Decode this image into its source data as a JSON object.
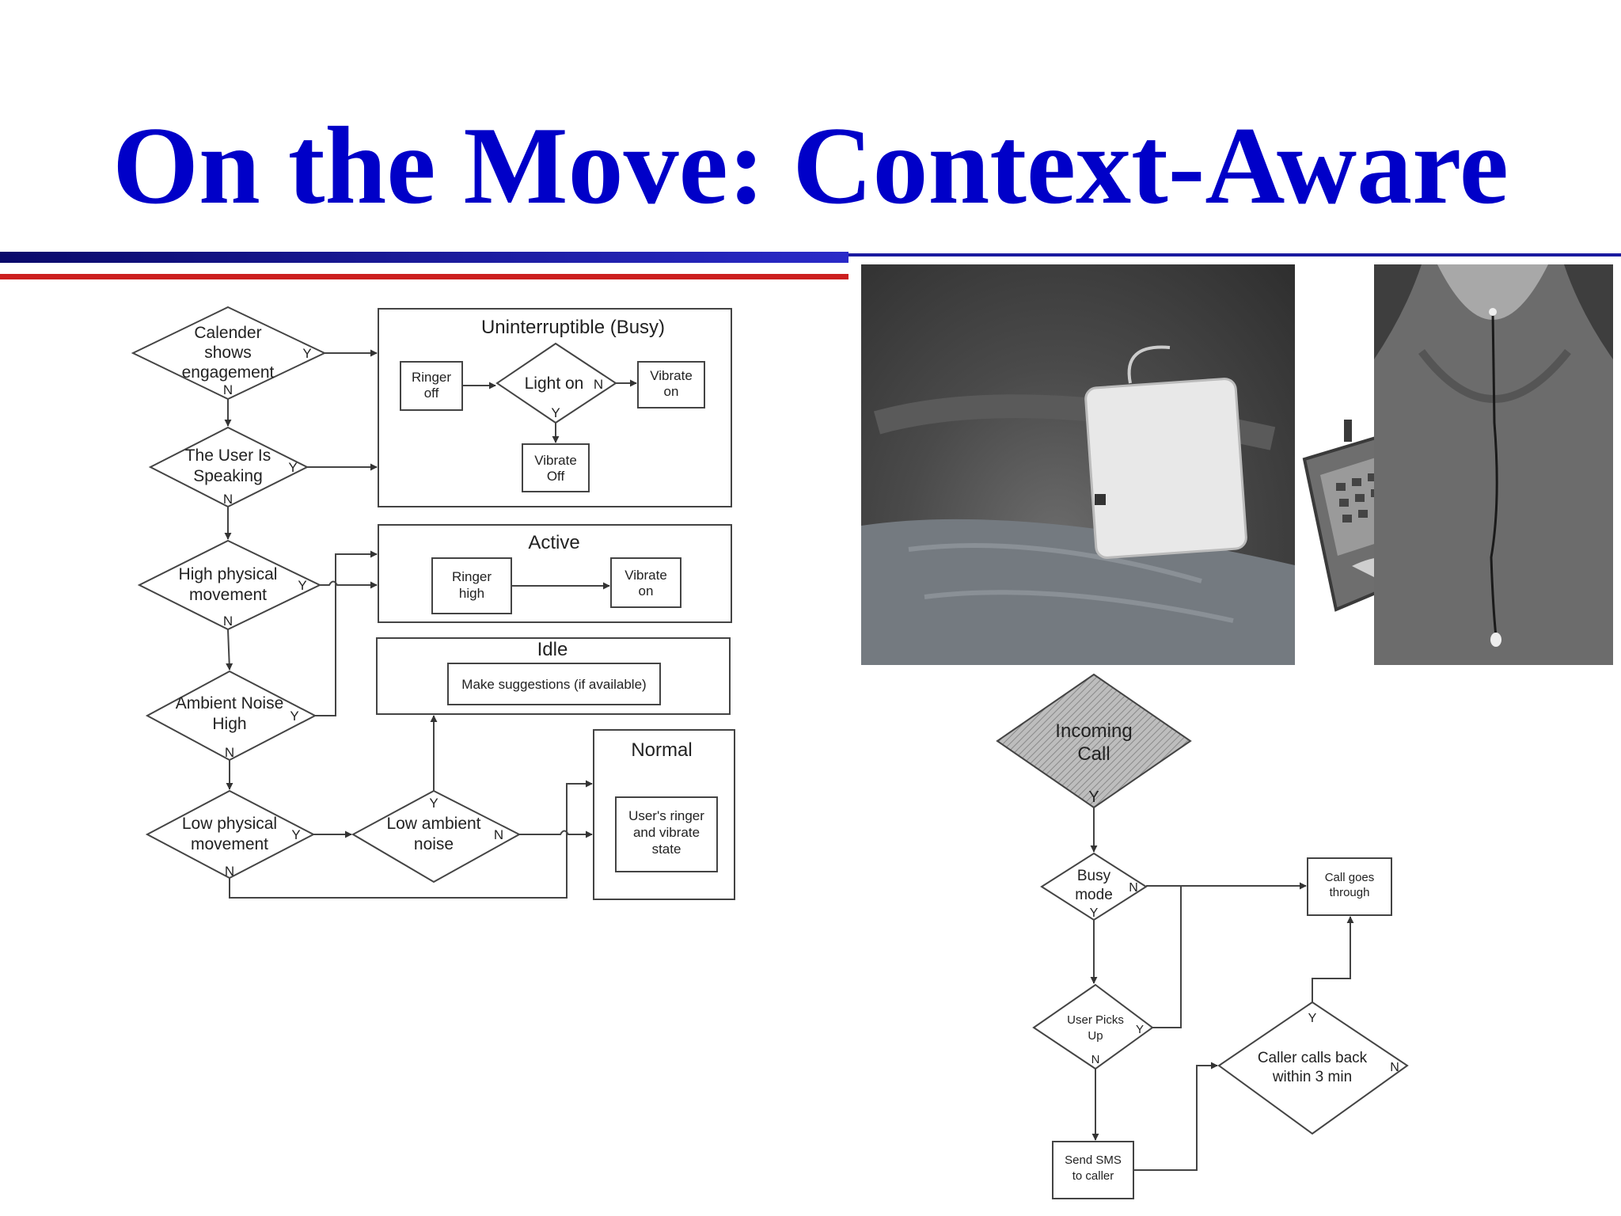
{
  "slide": {
    "title": "On the Move: Context-Aware",
    "colors": {
      "title": "#0000c8",
      "rule_blue": "#1a1aa0",
      "rule_red": "#cc1f1f"
    }
  },
  "left_flow": {
    "decisions": {
      "calendar": [
        "Calender",
        "shows",
        "engagement"
      ],
      "speaking": [
        "The User Is",
        "Speaking"
      ],
      "high_movement": [
        "High physical",
        "movement"
      ],
      "ambient_noise": [
        "Ambient Noise",
        "High"
      ],
      "low_movement": [
        "Low physical",
        "movement"
      ],
      "low_noise": [
        "Low ambient",
        "noise"
      ],
      "light_on": [
        "Light on"
      ]
    },
    "groups": {
      "busy": {
        "title": "Uninterruptible (Busy)",
        "ringer": [
          "Ringer",
          "off"
        ],
        "vibrate_on": [
          "Vibrate",
          "on"
        ],
        "vibrate_off": [
          "Vibrate",
          "Off"
        ]
      },
      "active": {
        "title": "Active",
        "ringer": [
          "Ringer",
          "high"
        ],
        "vibrate": [
          "Vibrate",
          "on"
        ]
      },
      "idle": {
        "title": "Idle",
        "action": "Make suggestions (if available)"
      },
      "normal": {
        "title": "Normal",
        "action": [
          "User's ringer",
          "and vibrate",
          "state"
        ]
      }
    },
    "yes": "Y",
    "no": "N"
  },
  "right_flow": {
    "incoming": [
      "Incoming",
      "Call"
    ],
    "busy_mode": [
      "Busy",
      "mode"
    ],
    "picks_up": [
      "User Picks",
      "Up"
    ],
    "send_sms": [
      "Send SMS",
      "to caller"
    ],
    "calls_back": [
      "Caller calls back",
      "within 3 min"
    ],
    "call_through": [
      "Call goes",
      "through"
    ],
    "yes": "Y",
    "no": "N"
  },
  "photos": {
    "device": "device-on-belt-photo",
    "phone": "pda-phone-image",
    "mic": "neck-microphone-photo"
  }
}
